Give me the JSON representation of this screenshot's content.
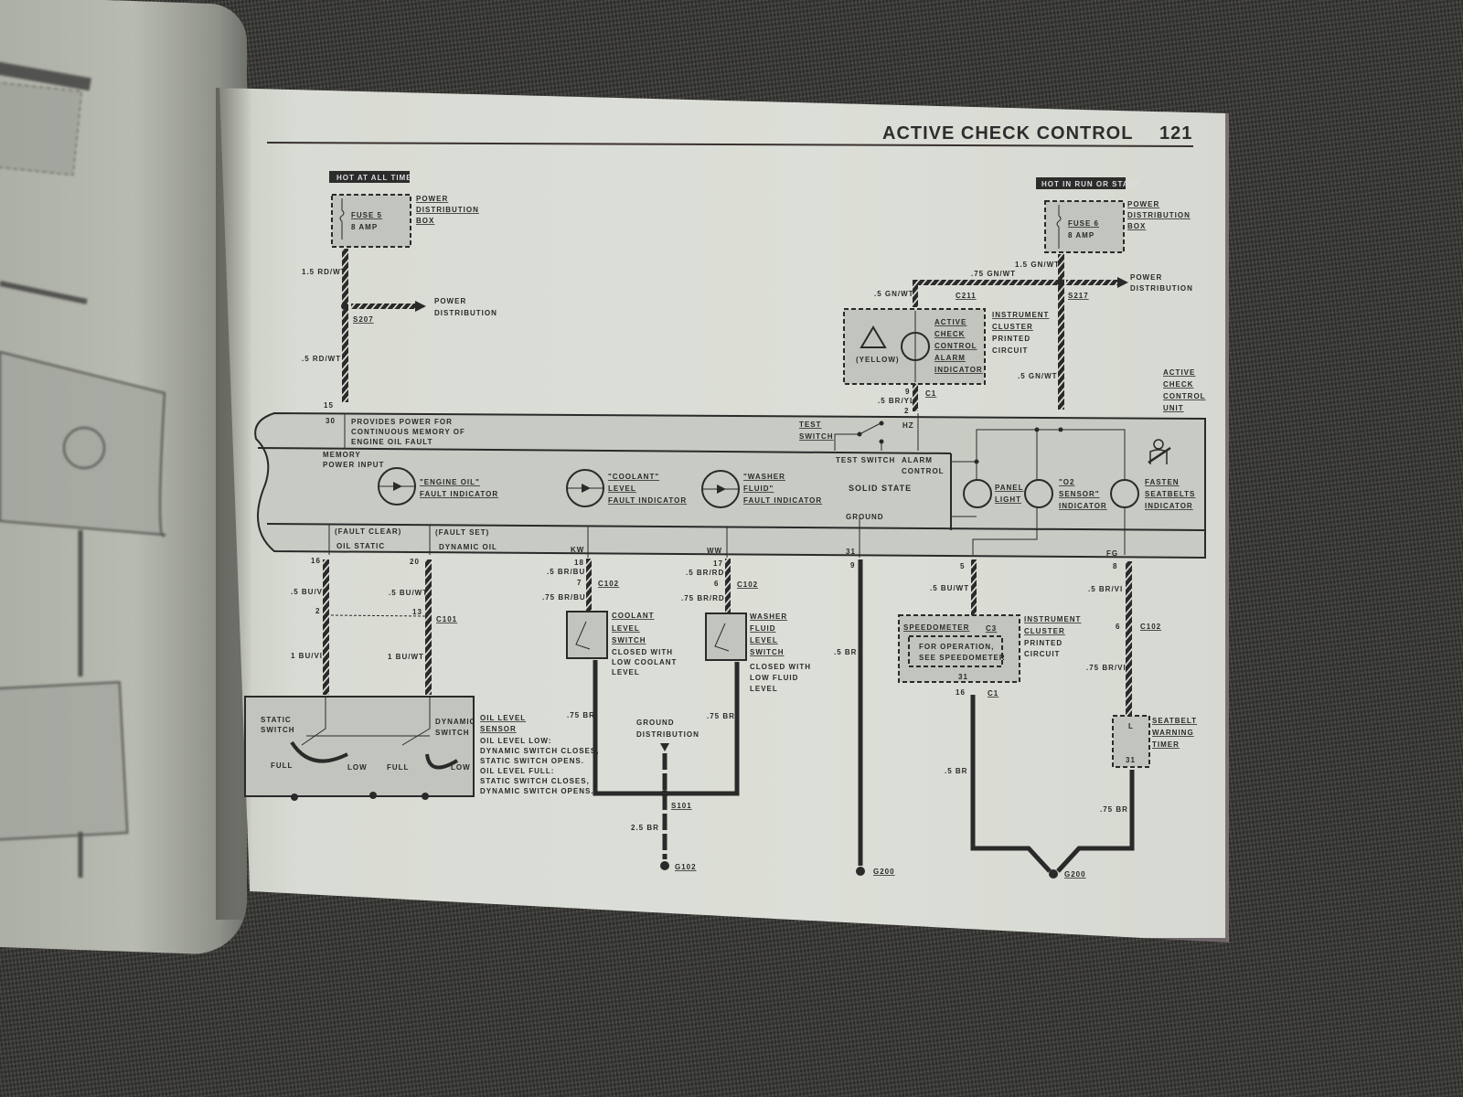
{
  "page": {
    "title": "ACTIVE CHECK CONTROL",
    "page_number": "121"
  },
  "power_sources": [
    {
      "badge": "HOT AT ALL TIMES",
      "box_label": [
        "POWER",
        "DISTRIBUTION",
        "BOX"
      ],
      "fuse": "FUSE 5",
      "rating": "8 AMP"
    },
    {
      "badge": "HOT IN RUN OR START",
      "box_label": [
        "POWER",
        "DISTRIBUTION",
        "BOX"
      ],
      "fuse": "FUSE 6",
      "rating": "8 AMP"
    }
  ],
  "wires": {
    "w1": "1.5 RD/WT",
    "w2": ".5 RD/WT",
    "w3": "1.5 GN/WT",
    "w4": ".75 GN/WT",
    "w5": ".5 GN/WT",
    "w6": ".5 GN/WT",
    "w7": ".5 BR/YL",
    "w8": ".5 BU/VI",
    "w9": ".5 BU/WT",
    "w10": "1 BU/VI",
    "w11": "1 BU/WT",
    "w12": ".5 BR/BU",
    "w13": ".75 BR/BU",
    "w14": ".5 BR/RD",
    "w15": ".75 BR/RD",
    "w16": ".75 BR",
    "w17": ".75 BR",
    "w18": "2.5 BR",
    "w19": ".5 BR",
    "w20": ".5 BU/WT",
    "w21": ".5 BR/VI",
    "w22": ".75 BR/VI",
    "w23": ".5 BR",
    "w24": ".75 BR"
  },
  "splices": {
    "s207": "S207",
    "s217": "S217",
    "s101": "S101"
  },
  "connectors": {
    "c211": "C211",
    "c1a": "C1",
    "c101": "C101",
    "c102a": "C102",
    "c102b": "C102",
    "c102c": "C102",
    "c3": "C3",
    "c1b": "C1"
  },
  "grounds": {
    "g102": "G102",
    "g200a": "G200",
    "g200b": "G200"
  },
  "distribution": {
    "power1": [
      "POWER",
      "DISTRIBUTION"
    ],
    "power2": [
      "POWER",
      "DISTRIBUTION"
    ],
    "ground": [
      "GROUND",
      "DISTRIBUTION"
    ]
  },
  "alarm": {
    "label": [
      "ACTIVE",
      "CHECK",
      "CONTROL",
      "ALARM",
      "INDICATOR"
    ],
    "color_note": "(YELLOW)",
    "cluster": [
      "INSTRUMENT",
      "CLUSTER"
    ],
    "cluster_sub": [
      "PRINTED",
      "CIRCUIT"
    ]
  },
  "unit": {
    "label": [
      "ACTIVE",
      "CHECK",
      "CONTROL",
      "UNIT"
    ],
    "memory_note": [
      "PROVIDES POWER FOR",
      "CONTINUOUS MEMORY OF",
      "ENGINE OIL FAULT"
    ],
    "memory_input": [
      "MEMORY",
      "POWER INPUT"
    ],
    "test_switch": [
      "TEST",
      "SWITCH"
    ],
    "test_switch_pin": "TEST SWITCH",
    "alarm_control": [
      "ALARM",
      "CONTROL"
    ],
    "solid_state": "SOLID STATE",
    "ground": "GROUND",
    "indicators": [
      {
        "line1": "\"ENGINE OIL\"",
        "line2": "FAULT INDICATOR"
      },
      {
        "line1": "\"COOLANT\"",
        "line2": "LEVEL",
        "line3": "FAULT INDICATOR"
      },
      {
        "line1": "\"WASHER",
        "line2": "FLUID\"",
        "line3": "FAULT INDICATOR"
      }
    ],
    "lamps": [
      {
        "line1": "PANEL",
        "line2": "LIGHT"
      },
      {
        "line1": "\"O2",
        "line2": "SENSOR\"",
        "line3": "INDICATOR"
      },
      {
        "line1": "FASTEN",
        "line2": "SEATBELTS",
        "line3": "INDICATOR"
      }
    ],
    "fault_clear": "(FAULT CLEAR)",
    "fault_set": "(FAULT SET)",
    "oil_static": "OIL STATIC",
    "dynamic_oil": "DYNAMIC OIL"
  },
  "pins": {
    "p15": "15",
    "p30": "30",
    "p9a": "9",
    "p2a": "2",
    "hz": "HZ",
    "p16a": "16",
    "p20": "20",
    "p2b": "2",
    "p13": "13",
    "kw": "KW",
    "p18": "18",
    "p7": "7",
    "ww": "WW",
    "p17": "17",
    "p6a": "6",
    "p31a": "31",
    "p9b": "9",
    "p5": "5",
    "fg": "FG",
    "p8": "8",
    "p6b": "6",
    "p31b": "31",
    "p16b": "16",
    "pL": "L",
    "p31c": "31"
  },
  "oil_sensor": {
    "title": [
      "OIL LEVEL",
      "SENSOR"
    ],
    "notes": [
      "OIL LEVEL LOW:",
      "DYNAMIC SWITCH CLOSES,",
      "STATIC SWITCH OPENS.",
      "OIL LEVEL FULL:",
      "STATIC SWITCH CLOSES,",
      "DYNAMIC SWITCH OPENS."
    ],
    "static_switch": [
      "STATIC",
      "SWITCH"
    ],
    "dynamic_switch": [
      "DYNAMIC",
      "SWITCH"
    ],
    "full": "FULL",
    "low": "LOW"
  },
  "coolant_switch": {
    "label": [
      "COOLANT",
      "LEVEL",
      "SWITCH"
    ],
    "note": [
      "CLOSED WITH",
      "LOW COOLANT",
      "LEVEL"
    ]
  },
  "washer_switch": {
    "label": [
      "WASHER",
      "FLUID",
      "LEVEL",
      "SWITCH"
    ],
    "note": [
      "CLOSED WITH",
      "LOW FLUID",
      "LEVEL"
    ]
  },
  "speedometer": {
    "label": "SPEEDOMETER",
    "note": [
      "FOR OPERATION,",
      "SEE SPEEDOMETER"
    ],
    "cluster": [
      "INSTRUMENT",
      "CLUSTER"
    ],
    "cluster_sub": [
      "PRINTED",
      "CIRCUIT"
    ]
  },
  "seatbelt_timer": {
    "label": [
      "SEATBELT",
      "WARNING",
      "TIMER"
    ]
  },
  "colors": {
    "ink": "#2a2a2a",
    "paper": "#dcdfd7",
    "component_fill": "#c2c5bd",
    "carpet": "#3e3d3a"
  }
}
